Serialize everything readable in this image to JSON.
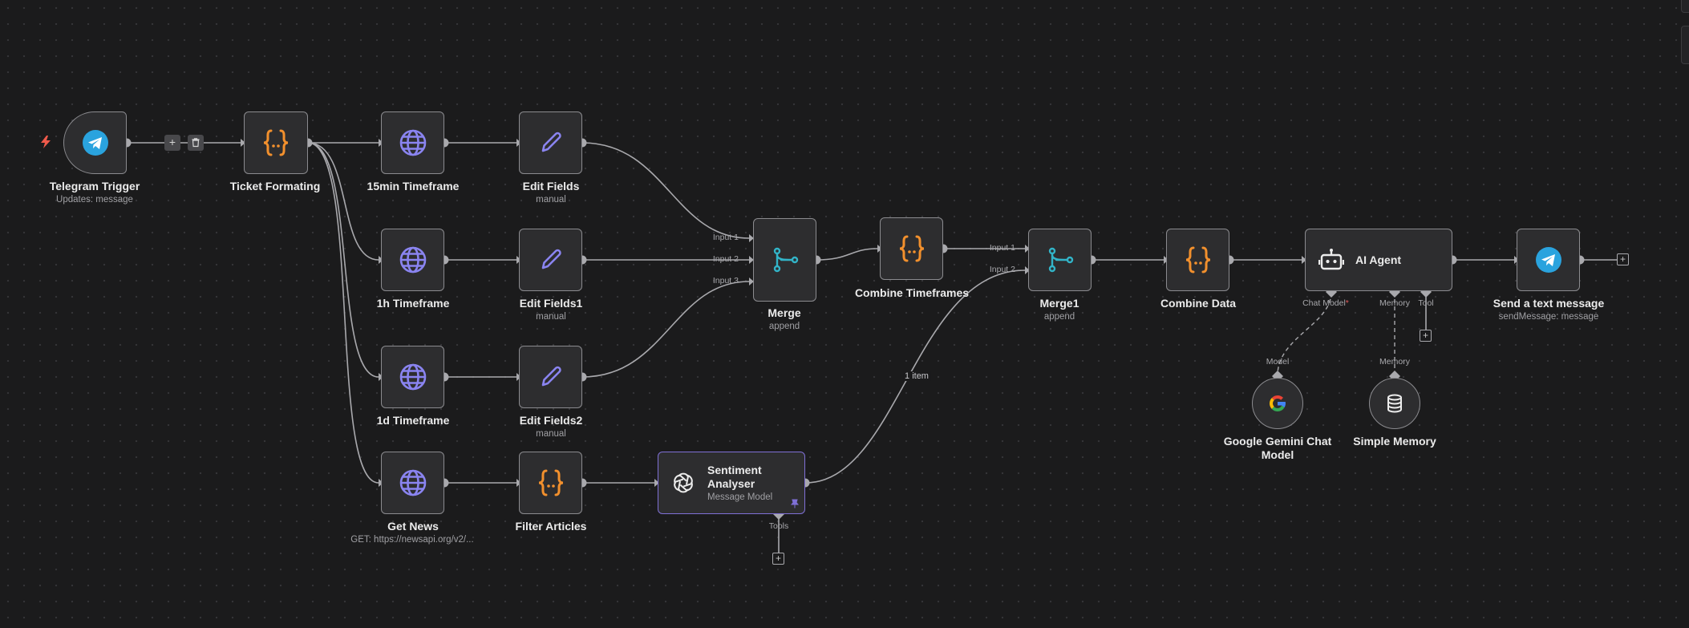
{
  "nodes": {
    "telegram_trigger": {
      "title": "Telegram Trigger",
      "subtitle": "Updates: message"
    },
    "ticket_formating": {
      "title": "Ticket Formating"
    },
    "tf_15min": {
      "title": "15min Timeframe"
    },
    "tf_1h": {
      "title": "1h Timeframe"
    },
    "tf_1d": {
      "title": "1d Timeframe"
    },
    "get_news": {
      "title": "Get News",
      "subtitle": "GET: https://newsapi.org/v2/..."
    },
    "edit_fields": {
      "title": "Edit Fields",
      "subtitle": "manual"
    },
    "edit_fields1": {
      "title": "Edit Fields1",
      "subtitle": "manual"
    },
    "edit_fields2": {
      "title": "Edit Fields2",
      "subtitle": "manual"
    },
    "filter_articles": {
      "title": "Filter Articles"
    },
    "sentiment_analyser": {
      "title": "Sentiment Analyser",
      "subtitle": "Message Model",
      "tools_label": "Tools"
    },
    "merge": {
      "title": "Merge",
      "subtitle": "append",
      "inputs": [
        "Input 1",
        "Input 2",
        "Input 3"
      ]
    },
    "combine_timeframes": {
      "title": "Combine Timeframes"
    },
    "merge1": {
      "title": "Merge1",
      "subtitle": "append",
      "inputs": [
        "Input 1",
        "Input 2"
      ]
    },
    "combine_data": {
      "title": "Combine Data"
    },
    "ai_agent": {
      "title": "AI Agent",
      "ports": {
        "chat_model": "Chat Model",
        "chat_model_required": "*",
        "memory": "Memory",
        "tool": "Tool"
      }
    },
    "send_message": {
      "title": "Send a text message",
      "subtitle": "sendMessage: message"
    },
    "gemini": {
      "title": "Google Gemini Chat Model",
      "port_label": "Model"
    },
    "simple_memory": {
      "title": "Simple Memory",
      "port_label": "Memory"
    }
  },
  "edges": {
    "sentiment_to_merge1_label": "1 item"
  },
  "toolbar": {
    "add_symbol": "+",
    "delete_icon": "trash-icon"
  },
  "colors": {
    "canvas": "#1b1b1c",
    "node_fill": "#2d2d2f",
    "node_border": "#8b8b8f",
    "selected_border": "#7f70d6",
    "code_orange": "#f2902d",
    "http_purple": "#8a84f0",
    "edit_purple": "#8a84f0",
    "merge_teal": "#32b4c8",
    "telegram_blue": "#2aa3de",
    "trigger_bolt": "#ef5a4b"
  }
}
